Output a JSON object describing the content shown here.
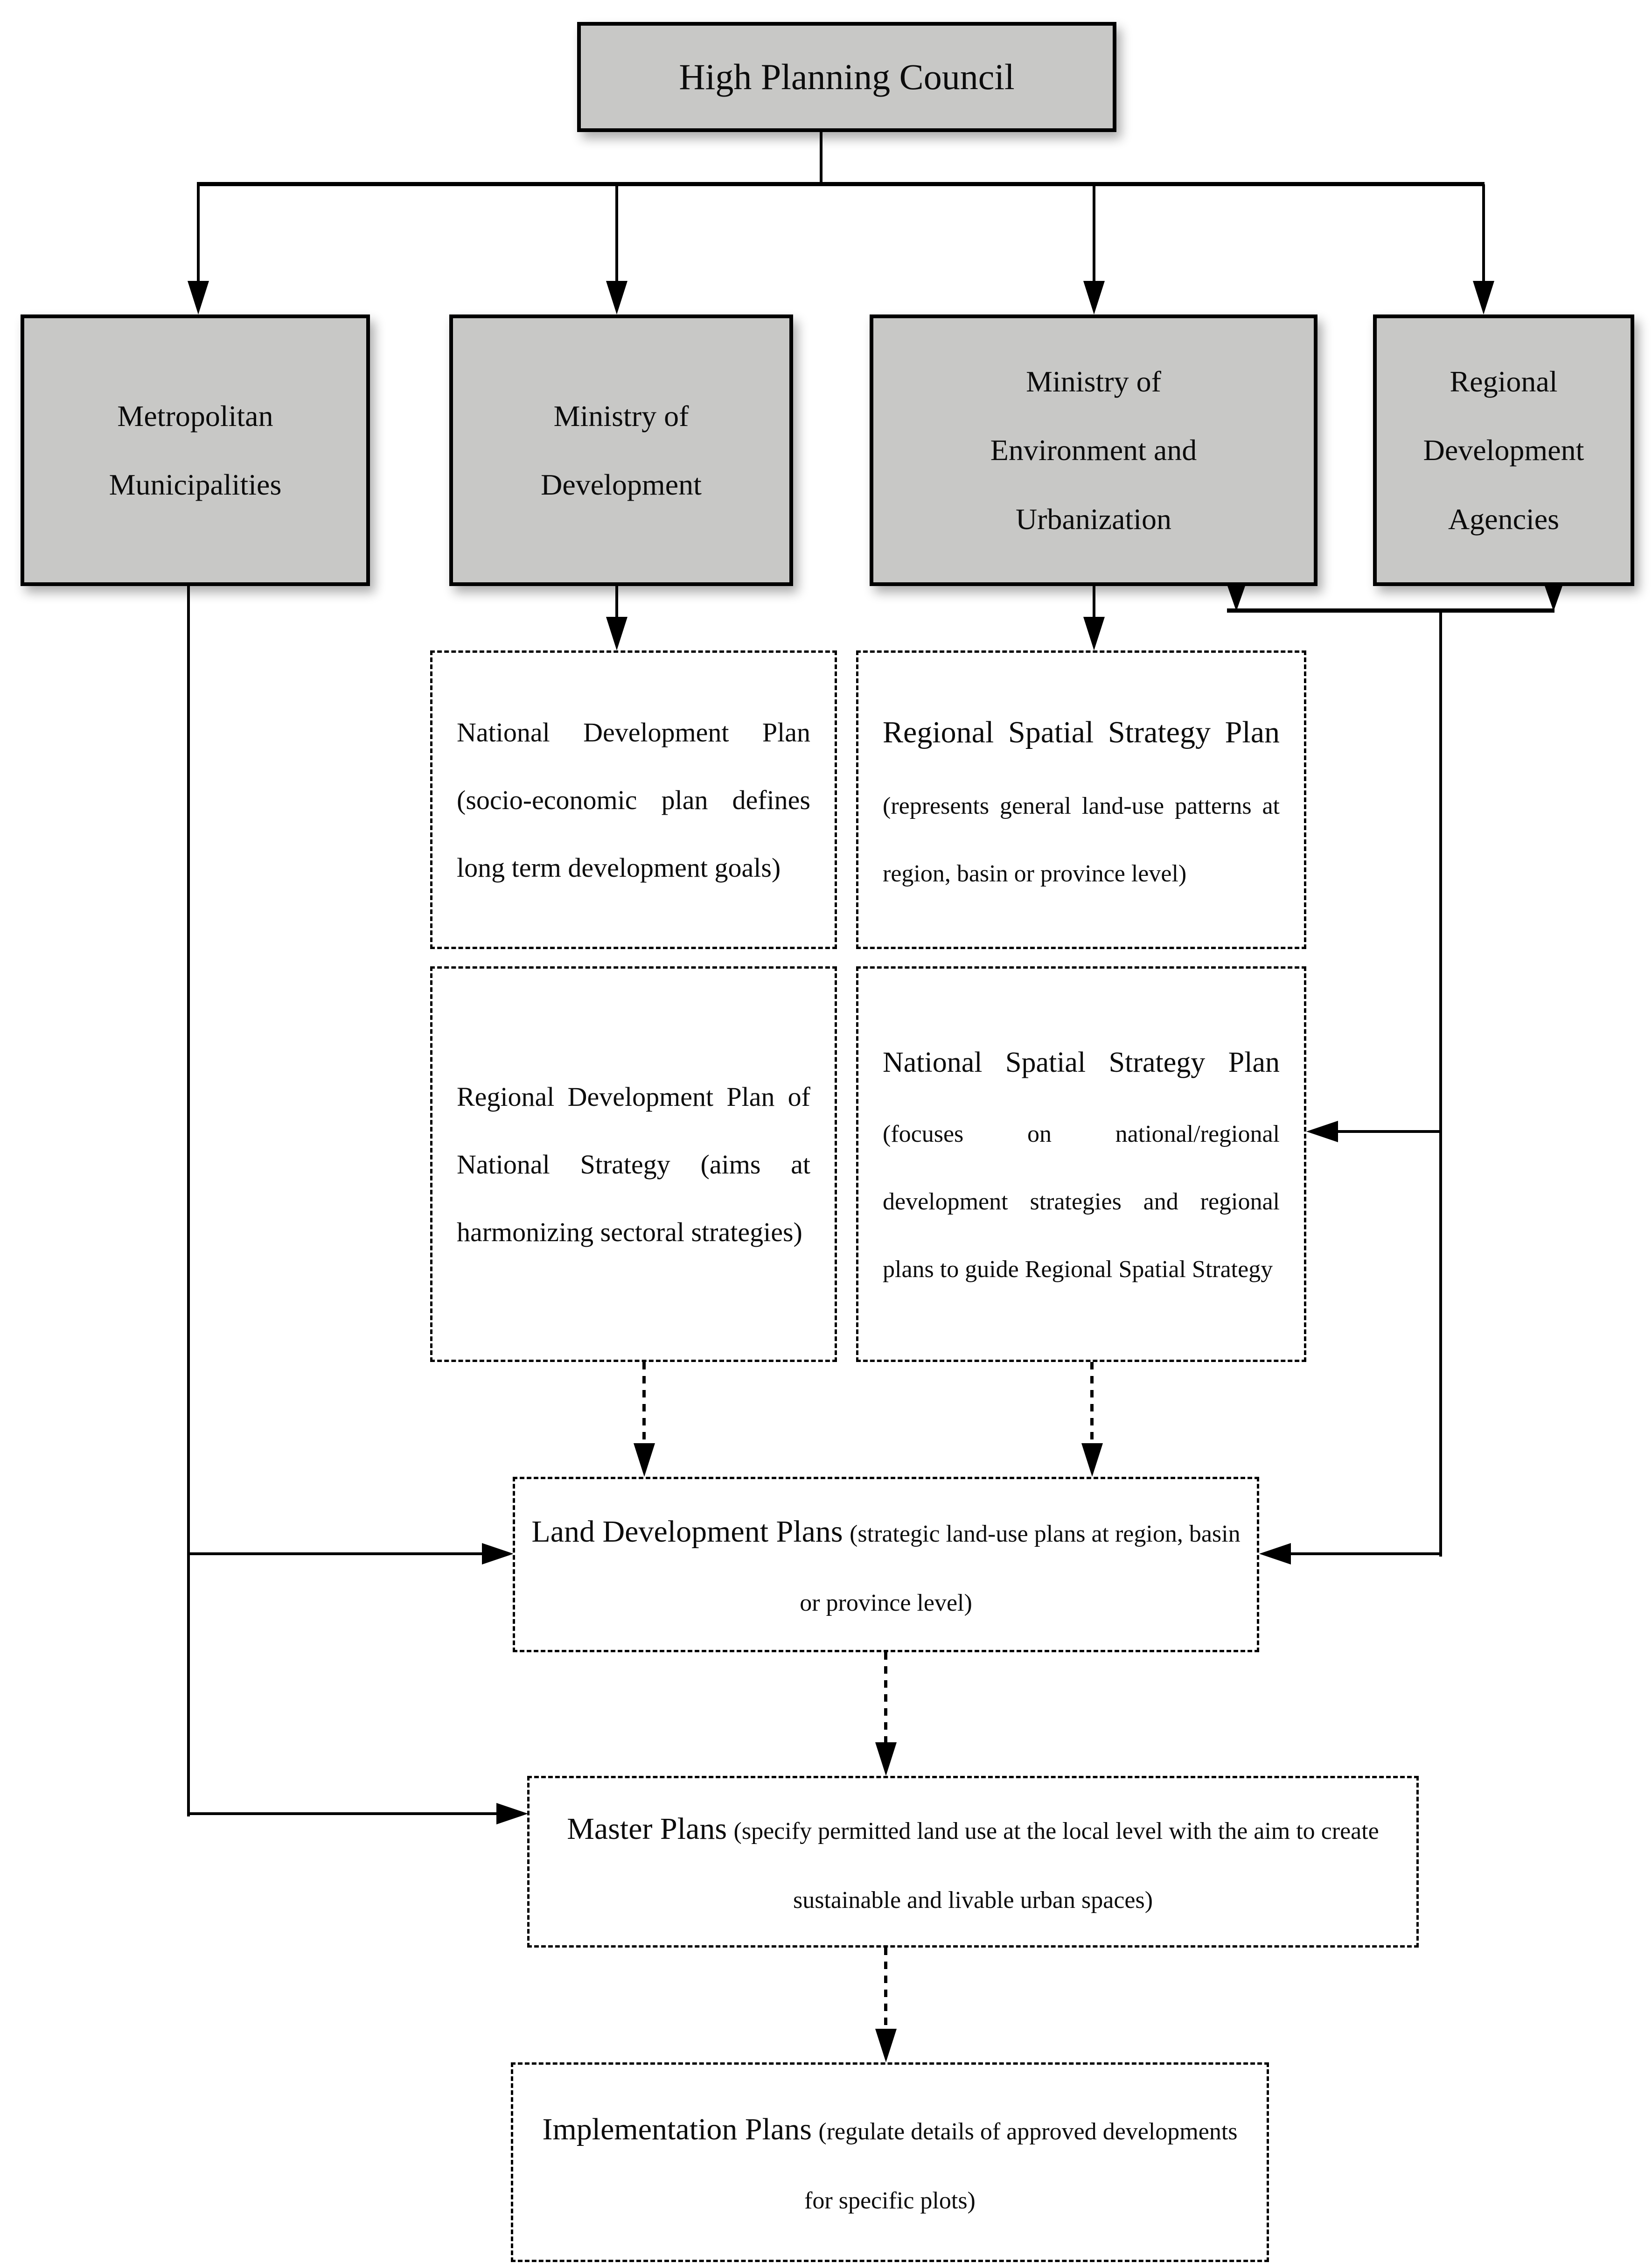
{
  "nodes": {
    "high_planning_council": {
      "label": "High Planning Council"
    },
    "metropolitan_municipalities": {
      "label": "Metropolitan\nMunicipalities"
    },
    "ministry_of_development": {
      "label": "Ministry of\nDevelopment"
    },
    "ministry_of_environment_and_urbanization": {
      "label": "Ministry of\nEnvironment and\nUrbanization"
    },
    "regional_development_agencies": {
      "label": "Regional\nDevelopment\nAgencies"
    },
    "national_development_plan": {
      "title": "National Development Plan",
      "desc": "(socio-economic plan defines long term development goals)"
    },
    "regional_spatial_strategy_plan": {
      "title": "Regional Spatial Strategy Plan",
      "desc": "(represents general land-use patterns at region, basin or province level)"
    },
    "regional_development_plan_of_national_strategy": {
      "title": "Regional Development Plan of National Strategy",
      "desc": "(aims at harmonizing sectoral strategies)"
    },
    "national_spatial_strategy_plan": {
      "title": "National Spatial Strategy Plan",
      "desc": "(focuses on national/regional development strategies and regional plans to guide Regional Spatial Strategy"
    },
    "land_development_plans": {
      "title": "Land Development Plans",
      "desc": "(strategic land-use plans at region, basin or province level)"
    },
    "master_plans": {
      "title": "Master Plans",
      "desc": "(specify permitted land use at the local level with the aim to create sustainable and livable urban spaces)"
    },
    "implementation_plans": {
      "title": "Implementation Plans",
      "desc": "(regulate details of approved developments for specific plots)"
    }
  },
  "colors": {
    "node_fill": "#c8c8c6",
    "node_border": "#000000",
    "line": "#000000",
    "background": "#ffffff",
    "text": "#0c0c0c"
  }
}
